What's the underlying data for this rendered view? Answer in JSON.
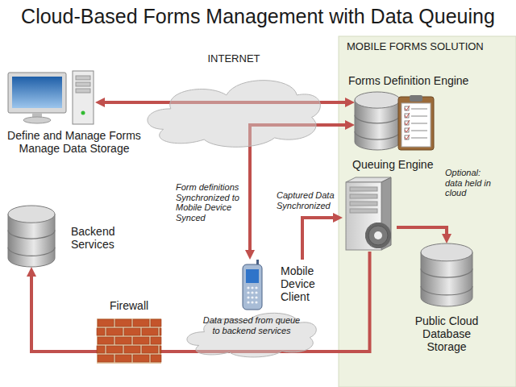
{
  "diagram": {
    "title": "Cloud-Based Forms Management with Data Queuing",
    "nodes": [
      {
        "text": [
          "Define and Manage Forms Manage Data Storage"
        ]
      },
      {
        "text": [
          "INTERNET"
        ]
      },
      {
        "text": [
          "MOBILE FORMS SOLUTION"
        ]
      },
      {
        "text": [
          "Forms Definition Engine"
        ],
        "in": 2
      },
      {
        "text": [
          "Queuing Engine"
        ],
        "in": 2
      },
      {
        "text": [
          "Public Cloud Database Storage"
        ],
        "in": 2
      },
      {
        "text": [
          "Backend Services"
        ]
      },
      {
        "text": [
          "Mobile Device Client"
        ]
      },
      {
        "text": [
          "Firewall"
        ]
      },
      {
        "text": [
          "Data passed from queue to backend services"
        ]
      }
    ],
    "edges": [
      {
        "from": 0,
        "to": 3,
        "arrow": "both"
      },
      {
        "from": 3,
        "to": 7,
        "label": "Form definitions Synchronized to Mobile Device Synced",
        "arrow": "both"
      },
      {
        "from": 7,
        "to": 4,
        "label": "Captured Data Synchronized",
        "arrow": "to"
      },
      {
        "from": 4,
        "to": 5,
        "label": "Optional: data held in cloud",
        "arrow": "to"
      },
      {
        "from": 4,
        "to": 6,
        "arrow": "to"
      }
    ]
  }
}
